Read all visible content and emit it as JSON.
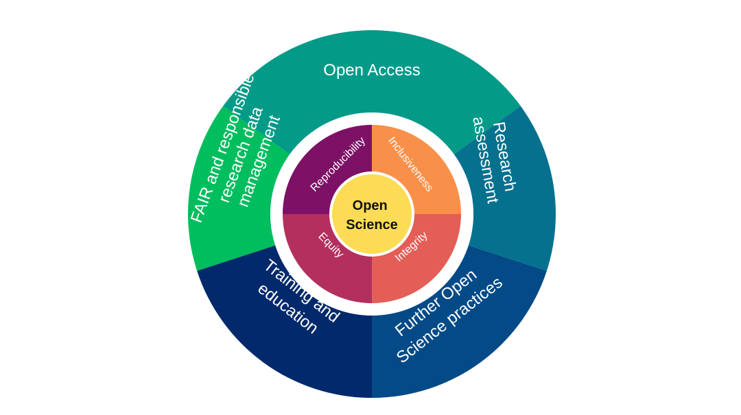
{
  "diagram": {
    "center": {
      "lines": [
        "Open",
        "Science"
      ],
      "color": "#FCDC55"
    },
    "inner_ring": [
      {
        "label": "Reproducibility",
        "color": "#7D1166"
      },
      {
        "label": "Inclusiveness",
        "color": "#F99049"
      },
      {
        "label": "Integrity",
        "color": "#E35E57"
      },
      {
        "label": "Equity",
        "color": "#B3305E"
      }
    ],
    "outer_ring": [
      {
        "lines": [
          "Open Access"
        ],
        "color": "#039A88"
      },
      {
        "lines": [
          "Research",
          "assessment"
        ],
        "color": "#05718F"
      },
      {
        "lines": [
          "Further Open",
          "Science practices"
        ],
        "color": "#034A87"
      },
      {
        "lines": [
          "Training and",
          "education"
        ],
        "color": "#02296B"
      },
      {
        "lines": [
          "FAIR and responsible",
          "research data",
          "management"
        ],
        "color": "#00BD5E"
      }
    ],
    "separator_color": "#ffffff"
  }
}
